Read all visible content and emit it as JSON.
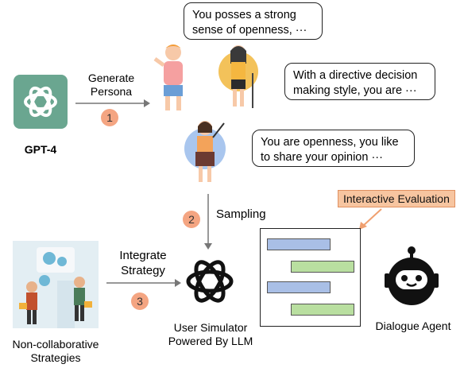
{
  "gpt4": {
    "label": "GPT-4",
    "color": "#6aa690"
  },
  "generate": {
    "label_line1": "Generate",
    "label_line2": "Persona",
    "step": "1"
  },
  "bubbles": {
    "b1_line1": "You posses a strong",
    "b1_line2": "sense of openness, ···",
    "b2_line1": "With a directive decision",
    "b2_line2": "making style, you are ···",
    "b3_line1": "You are openness, you like",
    "b3_line2": "to share your opinion ···"
  },
  "sampling": {
    "label": "Sampling",
    "step": "2"
  },
  "integrate": {
    "label_line1": "Integrate",
    "label_line2": "Strategy",
    "step": "3"
  },
  "strategies": {
    "label_line1": "Non-collaborative",
    "label_line2": "Strategies"
  },
  "simulator": {
    "label_line1": "User Simulator",
    "label_line2": "Powered By LLM"
  },
  "evaluation": {
    "label": "Interactive Evaluation",
    "accent": "#f0a070"
  },
  "agent": {
    "label": "Dialogue Agent"
  }
}
